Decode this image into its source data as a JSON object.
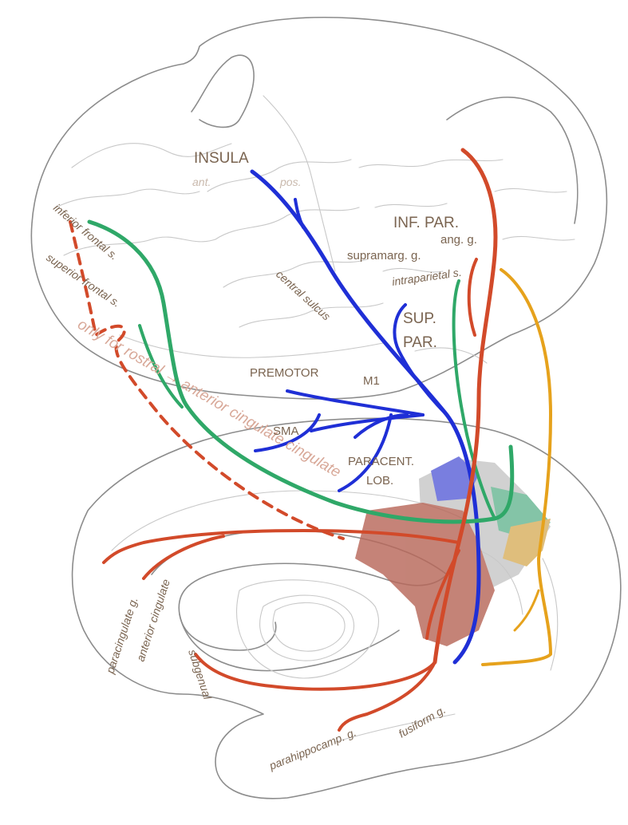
{
  "labels": {
    "insula": "INSULA",
    "ant": "ant.",
    "pos": "pos.",
    "inf_par": "INF. PAR.",
    "ang_g": "ang. g.",
    "supramarg_g": "supramarg. g.",
    "intraparietal_s": "intraparietal s.",
    "sup_par_1": "SUP.",
    "sup_par_2": "PAR.",
    "central_sulcus": "central sulcus",
    "inferior_frontal_s": "inferior frontal s.",
    "superior_frontal_s": "superior frontal s.",
    "rostral_note": "only for rostral → anterior cingulate cingulate",
    "premotor": "PREMOTOR",
    "m1": "M1",
    "sma": "SMA",
    "paracent_1": "PARACENT.",
    "paracent_2": "LOB.",
    "paracingulate_g": "paracingulate g.",
    "anterior_cingulate": "anterior cingulate",
    "subgenual": "subgenual",
    "parahippocamp_g": "parahippocamp. g.",
    "fusiform_g": "fusiform g."
  },
  "colors": {
    "outline": "#8c8c8c",
    "text": "#7a6450",
    "blue": "#1f2fd6",
    "green": "#2fa868",
    "red": "#d24a2a",
    "orange": "#e6a21c",
    "patch_grey": "#c8c8c8",
    "patch_red": "#b8685a",
    "patch_blue": "#5c62d8",
    "patch_green": "#6ab894",
    "patch_orange": "#d8b060"
  },
  "icons": {}
}
